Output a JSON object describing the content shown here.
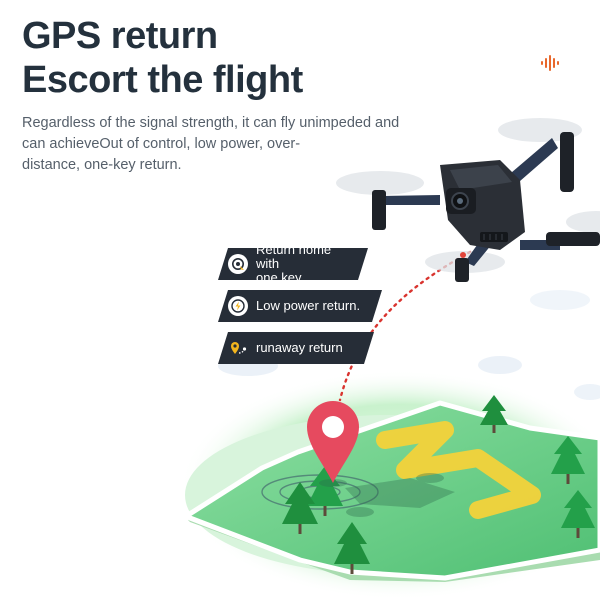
{
  "headline": {
    "line1": "GPS return",
    "line2": "Escort the flight"
  },
  "description": {
    "line1": "Regardless of the signal strength, it can fly unimpeded and",
    "line2": "can achieveOut of control, low power, over-",
    "line3": "distance, one-key return."
  },
  "features": [
    {
      "icon": "one-key-return-icon",
      "line1": "Return home with",
      "line2": "one key."
    },
    {
      "icon": "low-power-icon",
      "line1": "Low power return."
    },
    {
      "icon": "runaway-location-icon",
      "line1": "runaway return"
    }
  ],
  "colors": {
    "title": "#24313d",
    "body_text": "#555f6a",
    "feature_bg": "#262d37",
    "accent_orange": "#e9682c",
    "pin": "#e64a5f",
    "grass": "#6fcf8a",
    "path_yellow": "#f3d23a"
  }
}
